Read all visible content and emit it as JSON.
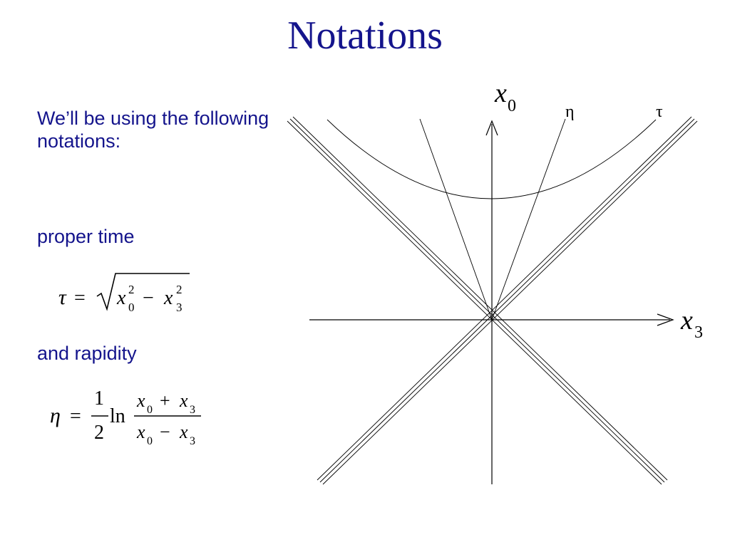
{
  "slide": {
    "title": "Notations",
    "intro": "We’ll be using the following notations:",
    "proper_time_label": "proper time",
    "rapidity_label": "and rapidity"
  },
  "formulas": {
    "tau": {
      "lhs": "τ",
      "eq": "=",
      "x": "x",
      "sub0": "0",
      "sub3": "3",
      "sup2": "2",
      "minus": "−"
    },
    "eta": {
      "lhs": "η",
      "eq": "=",
      "num": "1",
      "den": "2",
      "ln": "ln",
      "x": "x",
      "sub0": "0",
      "sub3": "3",
      "plus": "+",
      "minus": "−"
    }
  },
  "diagram": {
    "axis_vertical_label": "x",
    "axis_vertical_sub": "0",
    "axis_horizontal_label": "x",
    "axis_horizontal_sub": "3",
    "eta_label": "η",
    "tau_label": "τ"
  }
}
